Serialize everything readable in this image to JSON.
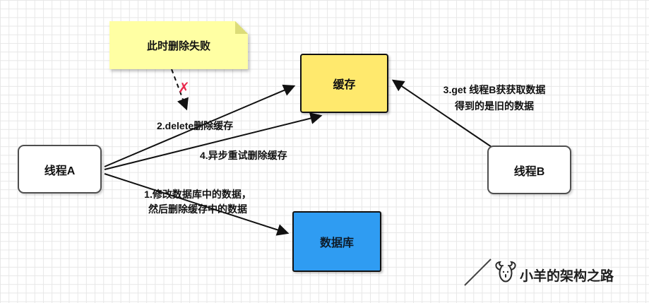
{
  "diagram": {
    "note": {
      "text": "此时删除失败"
    },
    "nodes": {
      "cache": {
        "label": "缓存",
        "fill": "#ffe96d"
      },
      "thread_a": {
        "label": "线程A",
        "fill": "#ffffff"
      },
      "thread_b": {
        "label": "线程B",
        "fill": "#ffffff"
      },
      "database": {
        "label": "数据库",
        "fill": "#2f9cf2"
      }
    },
    "labels": {
      "step1_line1": "1.修改数据库中的数据，",
      "step1_line2": "然后删除缓存中的数据",
      "step2": "2.delete删除缓存",
      "step3_line1": "3.get 线程B获获取数据",
      "step3_line2": "得到的是旧的数据",
      "step4": "4.异步重试删除缓存",
      "fail_mark": "✗"
    },
    "colors": {
      "arrow": "#111111",
      "fail_mark": "#e8274b",
      "note_bg": "#ffffa3",
      "grid_line": "#e7e7e7"
    },
    "watermark": {
      "text": "小羊的架构之路"
    }
  }
}
